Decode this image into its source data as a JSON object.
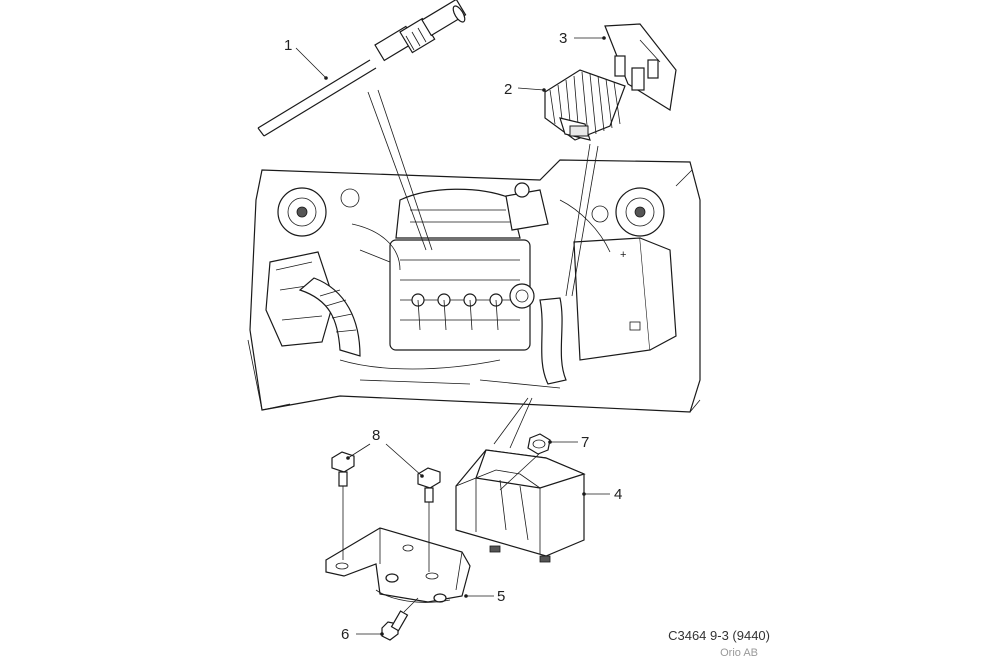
{
  "callouts": [
    {
      "id": "1",
      "label": "1"
    },
    {
      "id": "2",
      "label": "2"
    },
    {
      "id": "3",
      "label": "3"
    },
    {
      "id": "4",
      "label": "4"
    },
    {
      "id": "5",
      "label": "5"
    },
    {
      "id": "6",
      "label": "6"
    },
    {
      "id": "7",
      "label": "7"
    },
    {
      "id": "8",
      "label": "8"
    }
  ],
  "caption": {
    "code": "C3464 9-3 (9440)",
    "source": "Orio AB"
  }
}
